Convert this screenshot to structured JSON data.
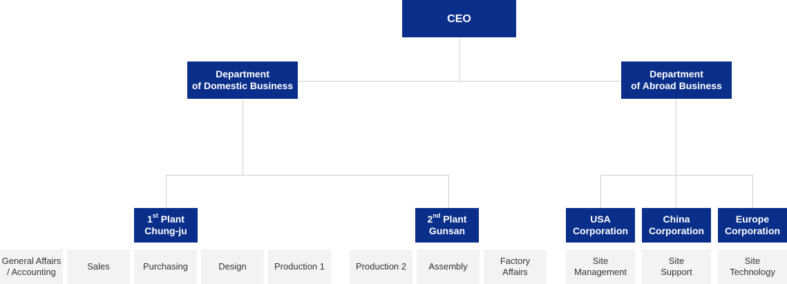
{
  "colors": {
    "box": "#0a2f8a",
    "leaf_bg": "#f3f3f3",
    "connector": "#cfcfcf"
  },
  "ceo": "CEO",
  "domestic": "Department\nof Domestic Business",
  "abroad": "Department\nof Abroad Business",
  "plant1": {
    "sup": "st",
    "rest": " Plant\nChung-ju",
    "num": "1"
  },
  "plant2": {
    "sup": "nd",
    "rest": " Plant\nGunsan",
    "num": "2"
  },
  "usa": "USA\nCorporation",
  "china": "China\nCorporation",
  "europe": "Europe\nCorporation",
  "plant1_units": [
    "General Affairs\n/ Accounting",
    "Sales",
    "Purchasing",
    "Design",
    "Production 1"
  ],
  "plant2_units": [
    "Production 2",
    "Assembly",
    "Factory\nAffairs"
  ],
  "overseas_units": [
    "Site\nManagement",
    "Site\nSupport",
    "Site\nTechnology"
  ]
}
